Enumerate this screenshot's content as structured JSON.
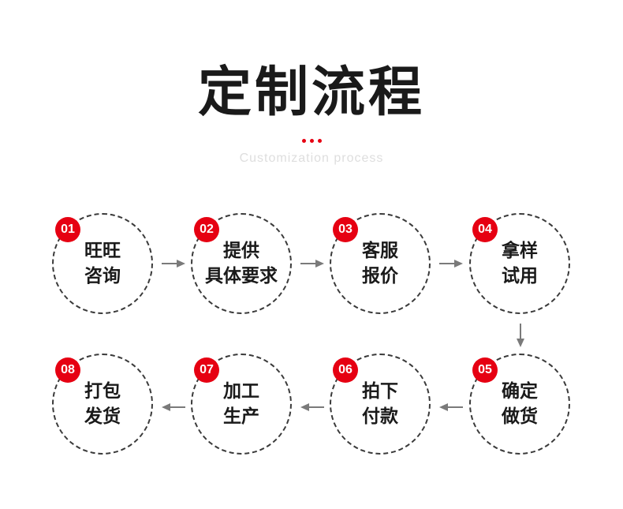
{
  "title": "定制流程",
  "subtitle": "Customization process",
  "accent_color": "#e60012",
  "arrow_color": "#7a7a7a",
  "steps": [
    {
      "number": "01",
      "line1": "旺旺",
      "line2": "咨询"
    },
    {
      "number": "02",
      "line1": "提供",
      "line2": "具体要求"
    },
    {
      "number": "03",
      "line1": "客服",
      "line2": "报价"
    },
    {
      "number": "04",
      "line1": "拿样",
      "line2": "试用"
    },
    {
      "number": "05",
      "line1": "确定",
      "line2": "做货"
    },
    {
      "number": "06",
      "line1": "拍下",
      "line2": "付款"
    },
    {
      "number": "07",
      "line1": "加工",
      "line2": "生产"
    },
    {
      "number": "08",
      "line1": "打包",
      "line2": "发货"
    }
  ]
}
